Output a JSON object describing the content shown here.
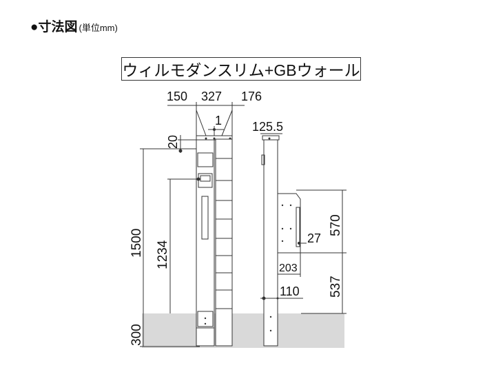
{
  "header": {
    "bullet": "●",
    "title": "寸法図",
    "unit": "(単位mm)"
  },
  "product_title": "ウィルモダンスリム+GBウォール",
  "dimensions": {
    "d150": "150",
    "d327": "327",
    "d176": "176",
    "d1": "1",
    "d20": "20",
    "d125_5": "125.5",
    "d1500": "1500",
    "d1234": "1234",
    "d570": "570",
    "d27": "27",
    "d203": "203",
    "d537": "537",
    "d110": "110",
    "d300": "300"
  },
  "colors": {
    "ground": "#d9d9d9",
    "line": "#333333"
  }
}
